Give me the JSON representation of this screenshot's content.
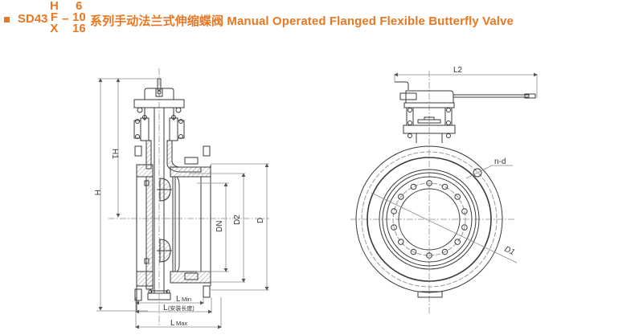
{
  "header": {
    "bullet_icon": "square-bullet-icon",
    "model_prefix": "SD43",
    "model_stack_letters": [
      "H",
      "F",
      "X"
    ],
    "model_dash": "–",
    "model_stack_numbers": [
      "6",
      "10",
      "16"
    ],
    "title_cn": "系列手动法兰式伸缩蝶阀",
    "title_en": "Manual Operated Flanged Flexible Butterfly Valve",
    "accent_color": "#e87722"
  },
  "side_view": {
    "dimension_labels": {
      "H": "H",
      "H1": "H1",
      "DN": "DN",
      "D2": "D2",
      "D": "D",
      "L_min": "LMin",
      "L_min_main": "L",
      "L_min_sub": "Min",
      "L_install_main": "L",
      "L_install_sub": "(安装长度)",
      "L_max_main": "L",
      "L_max_sub": "Max"
    }
  },
  "front_view": {
    "dimension_labels": {
      "L2": "L2",
      "n_d": "n-d",
      "D1": "D1"
    },
    "bolt_hole_count": 14
  },
  "colors": {
    "line": "#3a3a3a",
    "dim_line": "#8a8a8a",
    "hatch": "#9a9a9a",
    "center_line": "#aaaaaa"
  }
}
